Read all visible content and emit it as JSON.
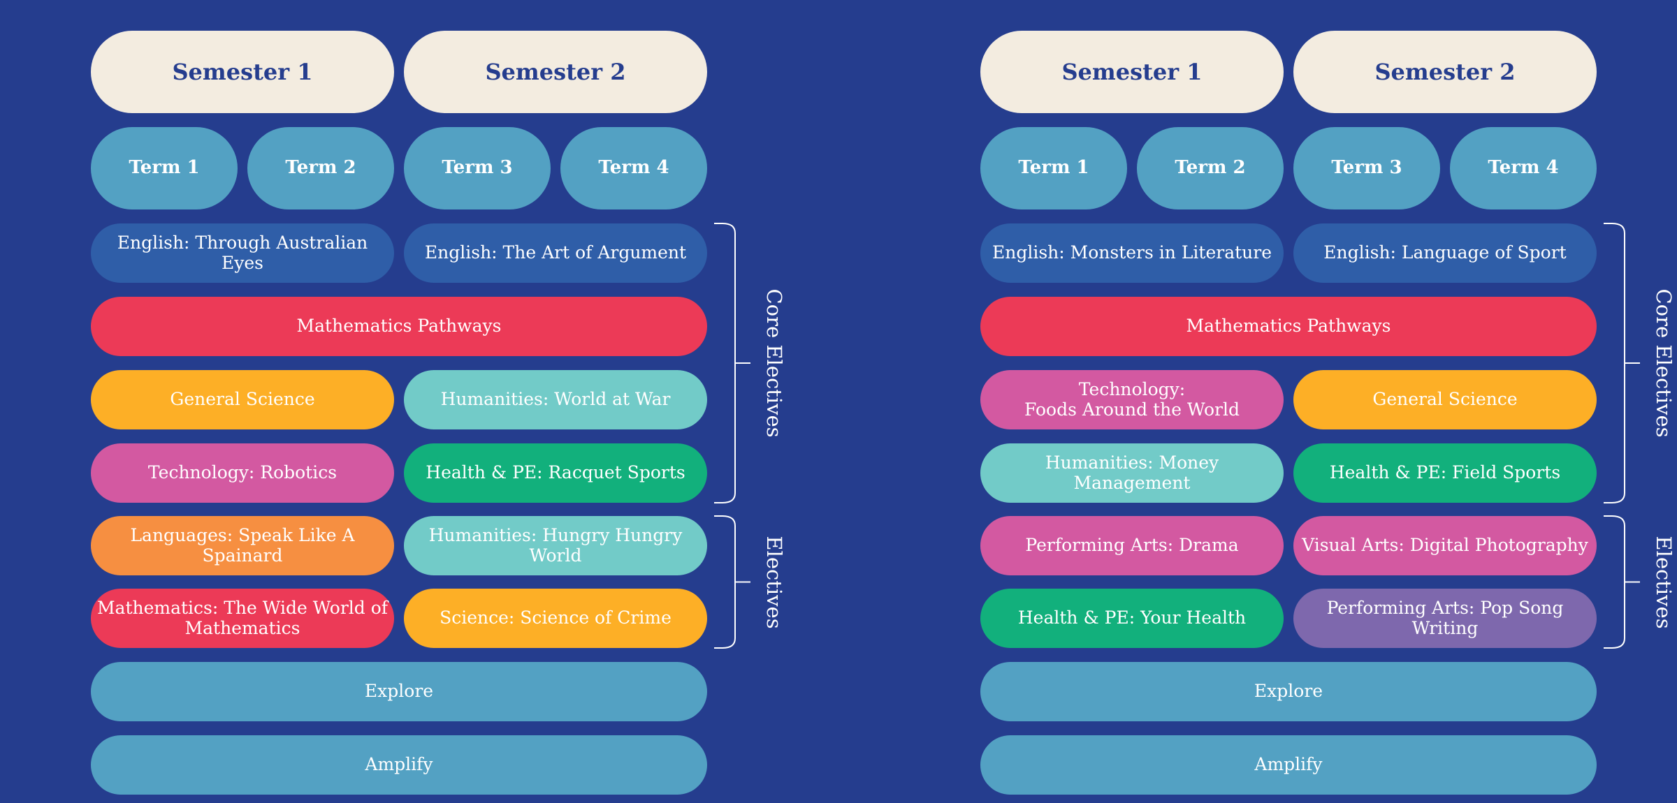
{
  "colors": {
    "background": "#253d8e",
    "semester": "#f3ece0",
    "term": "#53a1c3",
    "english": "#2f5ea8",
    "mathematics": "#ec3a57",
    "science": "#fdaf26",
    "humanities": "#72cbc8",
    "technology": "#d359a1",
    "health_pe": "#12b07c",
    "languages": "#f68f41",
    "performing_arts_purple": "#7e68ad",
    "explore_amplify": "#53a1c3"
  },
  "panels": [
    {
      "semesters": [
        "Semester 1",
        "Semester 2"
      ],
      "terms": [
        "Term 1",
        "Term 2",
        "Term 3",
        "Term 4"
      ],
      "core_label": "Core Electives",
      "electives_label": "Electives",
      "rows": [
        [
          {
            "text": "English: Through Australian Eyes",
            "color": "#2f5ea8"
          },
          {
            "text": "English: The Art of Argument",
            "color": "#2f5ea8"
          }
        ],
        [
          {
            "text": "Mathematics Pathways",
            "color": "#ec3a57"
          }
        ],
        [
          {
            "text": "General Science",
            "color": "#fdaf26"
          },
          {
            "text": "Humanities: World at War",
            "color": "#72cbc8"
          }
        ],
        [
          {
            "text": "Technology: Robotics",
            "color": "#d359a1"
          },
          {
            "text": "Health & PE: Racquet Sports",
            "color": "#12b07c"
          }
        ],
        [
          {
            "text": "Languages: Speak Like A Spainard",
            "color": "#f68f41"
          },
          {
            "text": "Humanities: Hungry Hungry\nWorld",
            "color": "#72cbc8"
          }
        ],
        [
          {
            "text": "Mathematics: The Wide World of\nMathematics",
            "color": "#ec3a57"
          },
          {
            "text": "Science: Science of Crime",
            "color": "#fdaf26"
          }
        ],
        [
          {
            "text": "Explore",
            "color": "#53a1c3"
          }
        ],
        [
          {
            "text": "Amplify",
            "color": "#53a1c3"
          }
        ]
      ]
    },
    {
      "semesters": [
        "Semester 1",
        "Semester 2"
      ],
      "terms": [
        "Term 1",
        "Term 2",
        "Term 3",
        "Term 4"
      ],
      "core_label": "Core Electives",
      "electives_label": "Electives",
      "rows": [
        [
          {
            "text": "English: Monsters in Literature",
            "color": "#2f5ea8"
          },
          {
            "text": "English: Language of Sport",
            "color": "#2f5ea8"
          }
        ],
        [
          {
            "text": "Mathematics Pathways",
            "color": "#ec3a57"
          }
        ],
        [
          {
            "text": "Technology:\nFoods Around the World",
            "color": "#d359a1"
          },
          {
            "text": "General Science",
            "color": "#fdaf26"
          }
        ],
        [
          {
            "text": "Humanities: Money Management",
            "color": "#72cbc8"
          },
          {
            "text": "Health & PE: Field Sports",
            "color": "#12b07c"
          }
        ],
        [
          {
            "text": "Performing Arts: Drama",
            "color": "#d359a1"
          },
          {
            "text": "Visual Arts: Digital Photography",
            "color": "#d359a1"
          }
        ],
        [
          {
            "text": "Health & PE: Your Health",
            "color": "#12b07c"
          },
          {
            "text": "Performing Arts: Pop Song Writing",
            "color": "#7e68ad"
          }
        ],
        [
          {
            "text": "Explore",
            "color": "#53a1c3"
          }
        ],
        [
          {
            "text": "Amplify",
            "color": "#53a1c3"
          }
        ]
      ]
    }
  ]
}
